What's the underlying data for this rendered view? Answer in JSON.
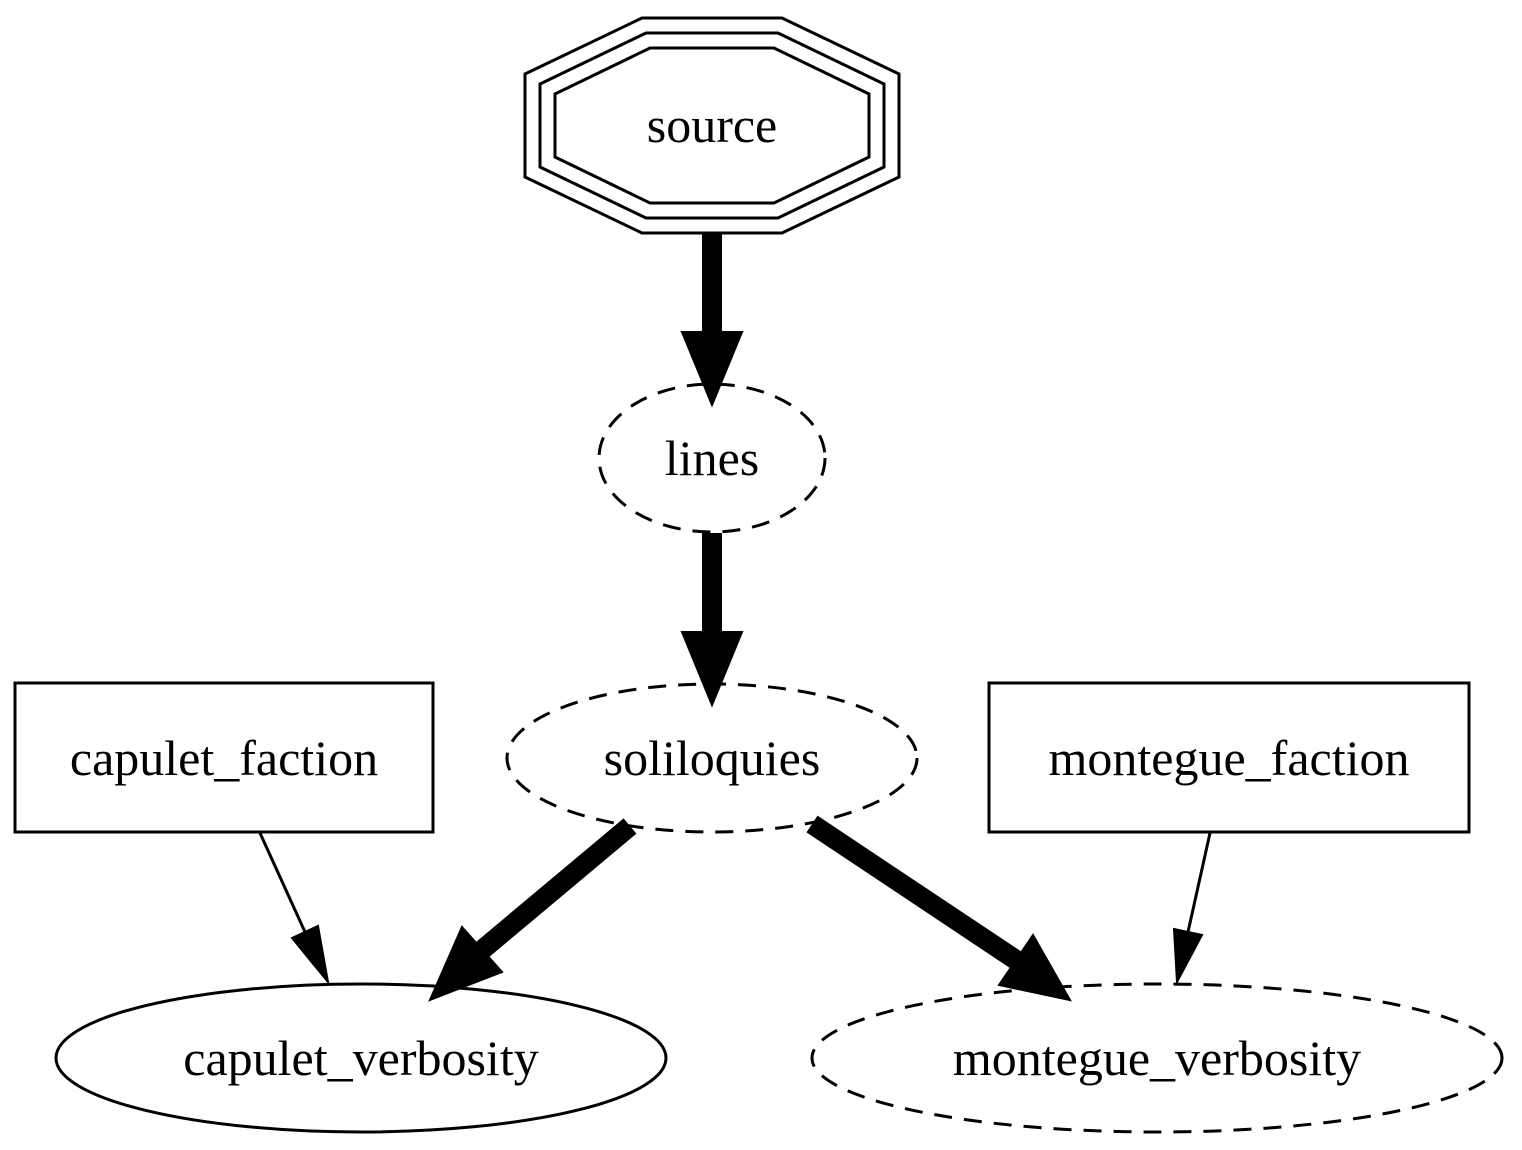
{
  "diagram": {
    "colors": {
      "stroke": "#000000",
      "background": "#ffffff"
    },
    "nodes": {
      "source": {
        "label": "source",
        "shape": "triple-octagon",
        "style": "solid"
      },
      "lines": {
        "label": "lines",
        "shape": "ellipse",
        "style": "dashed"
      },
      "soliloquies": {
        "label": "soliloquies",
        "shape": "ellipse",
        "style": "dashed"
      },
      "capulet_faction": {
        "label": "capulet_faction",
        "shape": "box",
        "style": "solid"
      },
      "montegue_faction": {
        "label": "montegue_faction",
        "shape": "box",
        "style": "solid"
      },
      "capulet_verbosity": {
        "label": "capulet_verbosity",
        "shape": "ellipse",
        "style": "solid"
      },
      "montegue_verbosity": {
        "label": "montegue_verbosity",
        "shape": "ellipse",
        "style": "dashed"
      }
    },
    "edges": [
      {
        "from": "source",
        "to": "lines",
        "weight": "heavy"
      },
      {
        "from": "lines",
        "to": "soliloquies",
        "weight": "heavy"
      },
      {
        "from": "soliloquies",
        "to": "capulet_verbosity",
        "weight": "heavy"
      },
      {
        "from": "soliloquies",
        "to": "montegue_verbosity",
        "weight": "heavy"
      },
      {
        "from": "capulet_faction",
        "to": "capulet_verbosity",
        "weight": "normal"
      },
      {
        "from": "montegue_faction",
        "to": "montegue_verbosity",
        "weight": "normal"
      }
    ]
  }
}
